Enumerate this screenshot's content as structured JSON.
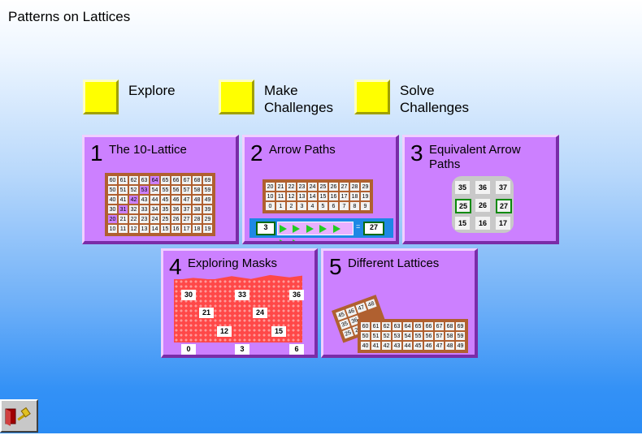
{
  "app": {
    "title": "Patterns on Lattices"
  },
  "modes": [
    {
      "label": "Explore"
    },
    {
      "label": "Make\nChallenges"
    },
    {
      "label": "Solve\nChallenges"
    }
  ],
  "cards": [
    {
      "number": "1",
      "title": "The 10-Lattice"
    },
    {
      "number": "2",
      "title": "Arrow Paths"
    },
    {
      "number": "3",
      "title": "Equivalent Arrow Paths"
    },
    {
      "number": "4",
      "title": "Exploring Masks"
    },
    {
      "number": "5",
      "title": "Different Lattices"
    }
  ],
  "card1_grid": [
    [
      "60",
      "61",
      "62",
      "63",
      "64",
      "65",
      "66",
      "67",
      "68",
      "69"
    ],
    [
      "50",
      "51",
      "52",
      "53",
      "54",
      "55",
      "56",
      "57",
      "58",
      "59"
    ],
    [
      "40",
      "41",
      "42",
      "43",
      "44",
      "45",
      "46",
      "47",
      "48",
      "49"
    ],
    [
      "30",
      "31",
      "32",
      "33",
      "34",
      "35",
      "36",
      "37",
      "38",
      "39"
    ],
    [
      "20",
      "21",
      "22",
      "23",
      "24",
      "25",
      "26",
      "27",
      "28",
      "29"
    ],
    [
      "10",
      "11",
      "12",
      "13",
      "14",
      "15",
      "16",
      "17",
      "18",
      "19"
    ]
  ],
  "card2_grid": [
    [
      "20",
      "21",
      "22",
      "23",
      "24",
      "25",
      "26",
      "27",
      "28",
      "29"
    ],
    [
      "10",
      "11",
      "12",
      "13",
      "14",
      "15",
      "16",
      "17",
      "18",
      "19"
    ],
    [
      "0",
      "1",
      "2",
      "3",
      "4",
      "5",
      "6",
      "7",
      "8",
      "9"
    ]
  ],
  "card2_bar": {
    "start": "3",
    "equals": "=",
    "result": "27"
  },
  "card3_cells": {
    "a": "35",
    "b": "36",
    "c": "37",
    "d": "25",
    "e": "26",
    "f": "27",
    "g": "15",
    "h": "16",
    "i": "17"
  },
  "card4_nums": {
    "n30": "30",
    "n33": "33",
    "n36": "36",
    "n21": "21",
    "n24": "24",
    "n12": "12",
    "n15": "15",
    "n0": "0",
    "n3": "3",
    "n6": "6"
  },
  "card5_grid": [
    [
      "60",
      "61",
      "62",
      "63",
      "64",
      "65",
      "66",
      "67",
      "68",
      "69"
    ],
    [
      "50",
      "51",
      "52",
      "53",
      "54",
      "55",
      "56",
      "57",
      "58",
      "59"
    ],
    [
      "40",
      "41",
      "42",
      "43",
      "44",
      "45",
      "46",
      "47",
      "48",
      "49"
    ]
  ],
  "card5_back": [
    [
      "45",
      "46",
      "47",
      "48"
    ],
    [
      "35",
      "36"
    ],
    [
      "25",
      "26"
    ]
  ],
  "colors": {
    "button": "#ffff00",
    "card": "#cc80ff",
    "highlight": "#cc80ff",
    "arrow": "#22cc22"
  }
}
